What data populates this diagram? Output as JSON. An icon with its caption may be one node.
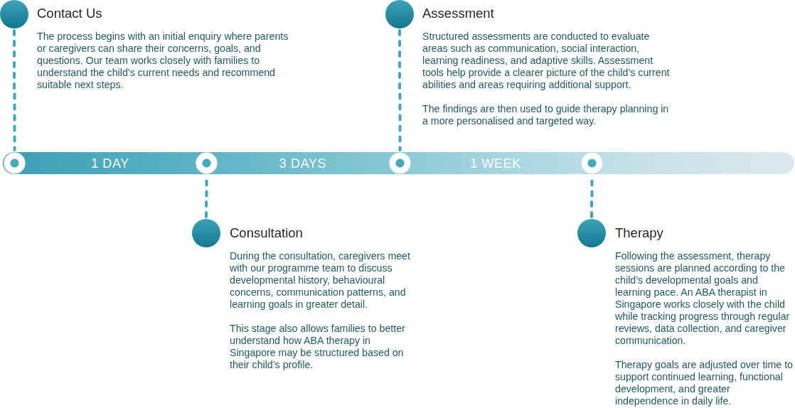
{
  "diagram": {
    "nodes": [
      {
        "text": [],
        "shape": "circle",
        "beside": [
          "Contact Us",
          "The process begins with an initial enquiry where parents or caregivers can share their concerns, goals, and questions. Our team works closely with families to understand the child’s current needs and recommend suitable next steps."
        ]
      },
      {
        "text": [],
        "shape": "circle",
        "beside": [
          "Assessment",
          "Structured assessments are conducted to evaluate areas such as communication, social interaction, learning readiness, and adaptive skills. Assessment tools help provide a clearer picture of the child’s current abilities and areas requiring additional support.",
          "The findings are then used to guide therapy planning in a more personalised and targeted way."
        ]
      },
      {
        "text": [
          "1 DAY",
          "3 DAYS",
          "1 WEEK"
        ]
      },
      {
        "text": [],
        "shape": "circle",
        "in": 2
      },
      {
        "text": [],
        "shape": "circle",
        "in": 2
      },
      {
        "text": [],
        "shape": "circle",
        "in": 2
      },
      {
        "text": [],
        "shape": "circle",
        "in": 2
      },
      {
        "text": [],
        "shape": "circle",
        "beside": [
          "Consultation",
          "During the consultation, caregivers meet with our programme team to discuss developmental history, behavioural concerns, communication patterns, and learning goals in greater detail.",
          "This stage also allows families to better understand how ABA therapy in Singapore may be structured based on their child’s profile."
        ]
      },
      {
        "text": [],
        "shape": "circle",
        "beside": [
          "Therapy",
          "Following the assessment, therapy sessions are planned according to the child’s developmental goals and learning pace. An ABA therapist in Singapore works closely with the child while tracking progress through regular reviews, data collection, and caregiver communication.",
          "Therapy goals are adjusted over time to support continued learning, functional development, and greater independence in daily life."
        ]
      }
    ],
    "edges": [
      {
        "from": 0,
        "to": 3,
        "arrow": "none",
        "style": "dashed"
      },
      {
        "from": 7,
        "to": 4,
        "arrow": "none",
        "style": "dashed"
      },
      {
        "from": 1,
        "to": 5,
        "arrow": "none",
        "style": "dashed"
      },
      {
        "from": 8,
        "to": 6,
        "arrow": "none",
        "style": "dashed"
      }
    ]
  }
}
